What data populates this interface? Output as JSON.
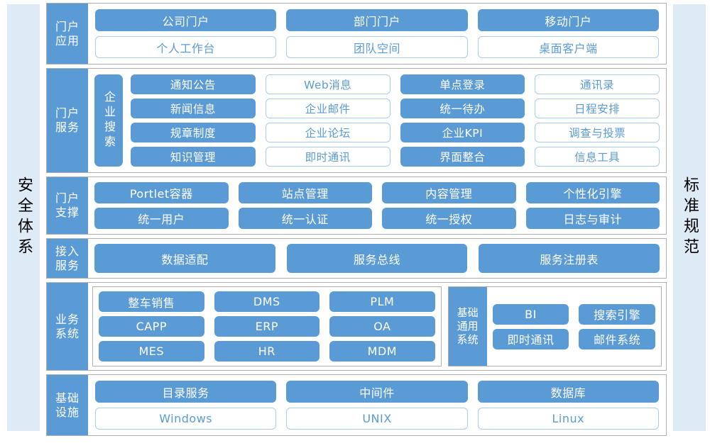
{
  "left_pillar": {
    "label": "安全体系"
  },
  "right_pillar": {
    "label": "标准规范"
  },
  "rows": [
    {
      "id": "apps",
      "label_line1": "门户",
      "label_line2": "应用",
      "lines": [
        [
          {
            "text": "公司门户",
            "style": "fill"
          },
          {
            "text": "部门门户",
            "style": "fill"
          },
          {
            "text": "移动门户",
            "style": "fill"
          }
        ],
        [
          {
            "text": "个人工作台",
            "style": "outline"
          },
          {
            "text": "团队空间",
            "style": "outline"
          },
          {
            "text": "桌面客户端",
            "style": "outline"
          }
        ]
      ]
    },
    {
      "id": "services",
      "label_line1": "门户",
      "label_line2": "服务",
      "search_label": "企业搜索",
      "lines": [
        [
          {
            "text": "通知公告",
            "style": "fill"
          },
          {
            "text": "Web消息",
            "style": "outline"
          },
          {
            "text": "单点登录",
            "style": "fill"
          },
          {
            "text": "通讯录",
            "style": "outline"
          }
        ],
        [
          {
            "text": "新闻信息",
            "style": "fill"
          },
          {
            "text": "企业邮件",
            "style": "outline"
          },
          {
            "text": "统一待办",
            "style": "fill"
          },
          {
            "text": "日程安排",
            "style": "outline"
          }
        ],
        [
          {
            "text": "规章制度",
            "style": "fill"
          },
          {
            "text": "企业论坛",
            "style": "outline"
          },
          {
            "text": "企业KPI",
            "style": "fill"
          },
          {
            "text": "调查与投票",
            "style": "outline"
          }
        ],
        [
          {
            "text": "知识管理",
            "style": "fill"
          },
          {
            "text": "即时通讯",
            "style": "outline"
          },
          {
            "text": "界面整合",
            "style": "fill"
          },
          {
            "text": "信息工具",
            "style": "outline"
          }
        ]
      ]
    },
    {
      "id": "support",
      "label_line1": "门户",
      "label_line2": "支撑",
      "lines": [
        [
          {
            "text": "Portlet容器",
            "style": "fill"
          },
          {
            "text": "站点管理",
            "style": "fill"
          },
          {
            "text": "内容管理",
            "style": "fill"
          },
          {
            "text": "个性化引擎",
            "style": "fill"
          }
        ],
        [
          {
            "text": "统一用户",
            "style": "fill"
          },
          {
            "text": "统一认证",
            "style": "fill"
          },
          {
            "text": "统一授权",
            "style": "fill"
          },
          {
            "text": "日志与审计",
            "style": "fill"
          }
        ]
      ]
    },
    {
      "id": "access",
      "label_line1": "接入",
      "label_line2": "服务",
      "lines": [
        [
          {
            "text": "数据适配",
            "style": "fill"
          },
          {
            "text": "服务总线",
            "style": "fill"
          },
          {
            "text": "服务注册表",
            "style": "fill"
          }
        ]
      ]
    },
    {
      "id": "infra",
      "label_line1": "基础",
      "label_line2": "设施",
      "lines": [
        [
          {
            "text": "目录服务",
            "style": "fill"
          },
          {
            "text": "中间件",
            "style": "fill"
          },
          {
            "text": "数据库",
            "style": "fill"
          }
        ],
        [
          {
            "text": "Windows",
            "style": "outline"
          },
          {
            "text": "UNIX",
            "style": "outline"
          },
          {
            "text": "Linux",
            "style": "outline"
          }
        ]
      ]
    }
  ],
  "business_row": {
    "label_line1": "业务",
    "label_line2": "系统",
    "group_a": {
      "lines": [
        [
          {
            "text": "整车销售",
            "style": "fill"
          },
          {
            "text": "DMS",
            "style": "fill"
          },
          {
            "text": "PLM",
            "style": "fill"
          }
        ],
        [
          {
            "text": "CAPP",
            "style": "fill"
          },
          {
            "text": "ERP",
            "style": "fill"
          },
          {
            "text": "OA",
            "style": "fill"
          }
        ],
        [
          {
            "text": "MES",
            "style": "fill"
          },
          {
            "text": "HR",
            "style": "fill"
          },
          {
            "text": "MDM",
            "style": "fill"
          }
        ]
      ]
    },
    "group_b": {
      "label_line1": "基础",
      "label_line2": "通用",
      "label_line3": "系统",
      "lines": [
        [
          {
            "text": "BI",
            "style": "fill"
          },
          {
            "text": "搜索引擎",
            "style": "fill"
          }
        ],
        [
          {
            "text": "即时通讯",
            "style": "fill"
          },
          {
            "text": "邮件系统",
            "style": "fill"
          }
        ]
      ]
    }
  },
  "colors": {
    "fill_blue": "#5B9BD5",
    "outline_border": "#A9CCEA",
    "pillar_bg": "#DEEAF6",
    "frame_border": "#AFAFAF",
    "text_on_fill": "#FFFFFF"
  }
}
